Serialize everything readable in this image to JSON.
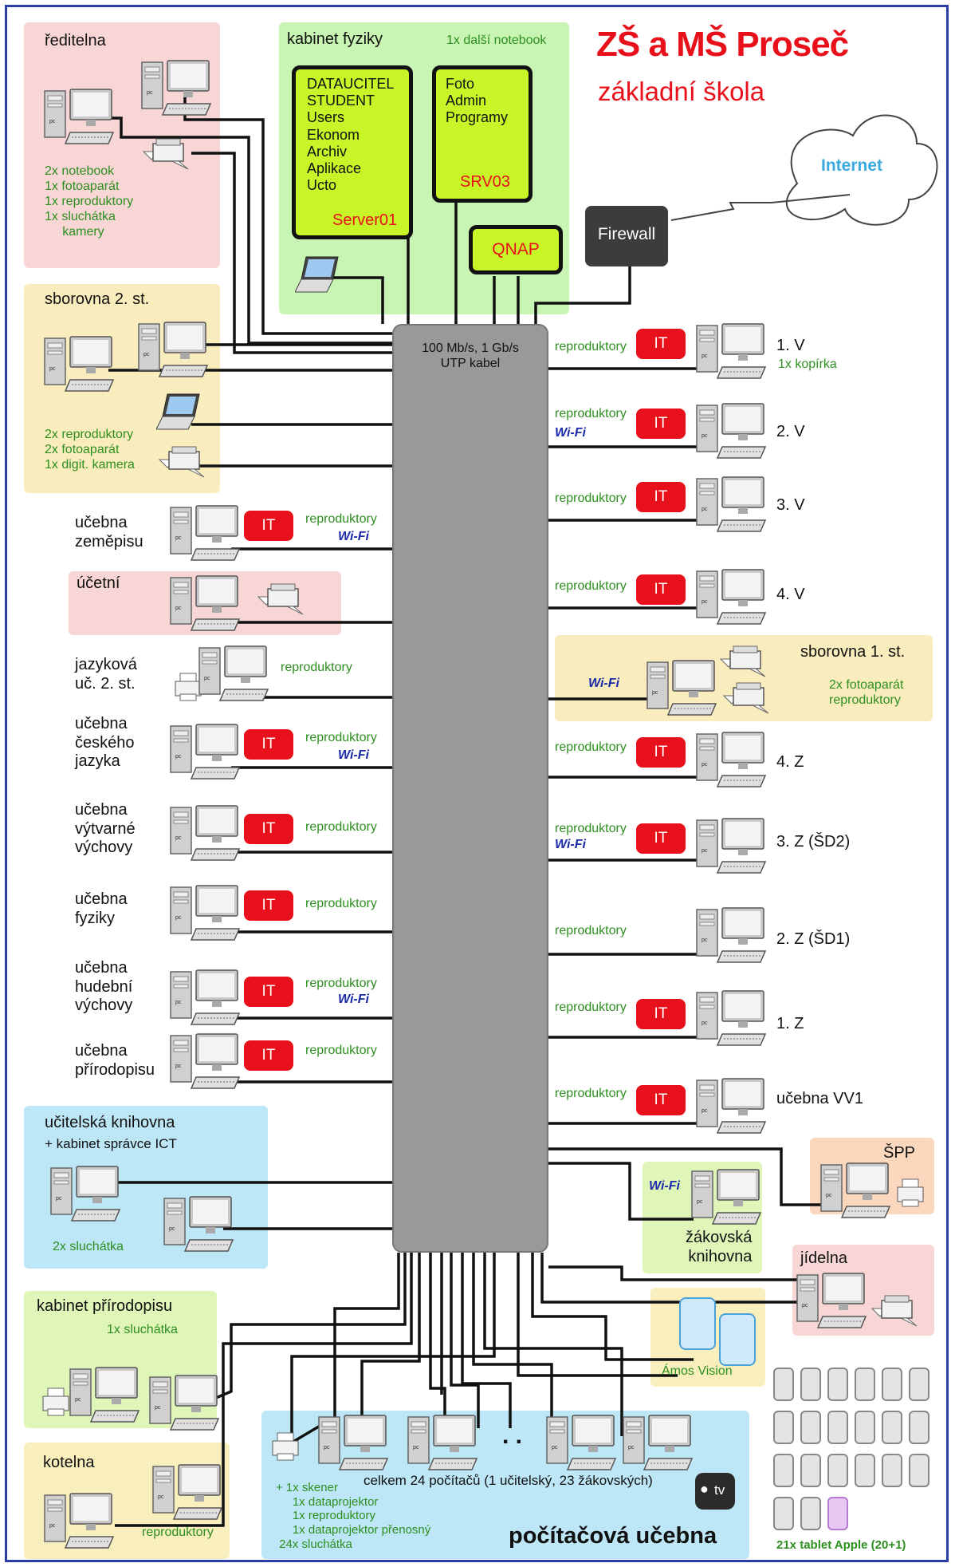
{
  "title": "ZŠ a MŠ Proseč",
  "subtitle": "základní škola",
  "internet": "Internet",
  "firewall": "Firewall",
  "switch_label": "100 Mb/s, 1 Gb/s\nUTP kabel",
  "kabinet_fyziky": {
    "label": "kabinet fyziky",
    "extra": "1x další notebook",
    "server01_items": "DATAUCITEL\nSTUDENT\nUsers\nEkonom\nArchiv\nAplikace\nUcto",
    "server01_name": "Server01",
    "srv03_items": "Foto\nAdmin\nProgramy",
    "srv03_name": "SRV03",
    "qnap": "QNAP"
  },
  "reditelna": {
    "label": "ředitelna",
    "equipment": "2x notebook\n1x fotoaparát\n1x reproduktory\n1x sluchátka\n     kamery"
  },
  "sborovna2": {
    "label": "sborovna 2. st.",
    "equipment": "2x reproduktory\n2x fotoaparát\n1x digit. kamera"
  },
  "left_rooms": [
    {
      "label": "učebna\nzeměpisu",
      "it": "IT",
      "rep": "reproduktory",
      "wifi": "Wi-Fi"
    },
    {
      "label": "účetní"
    },
    {
      "label": "jazyková\nuč. 2. st.",
      "rep": "reproduktory"
    },
    {
      "label": "učebna\nčeského\njazyka",
      "it": "IT",
      "rep": "reproduktory",
      "wifi": "Wi-Fi"
    },
    {
      "label": "učebna\nvýtvarné\nvýchovy",
      "it": "IT",
      "rep": "reproduktory"
    },
    {
      "label": "učebna\nfyziky",
      "it": "IT",
      "rep": "reproduktory"
    },
    {
      "label": "učebna\nhudební\nvýchovy",
      "it": "IT",
      "rep": "reproduktory",
      "wifi": "Wi-Fi"
    },
    {
      "label": "učebna\npřírodopisu",
      "it": "IT",
      "rep": "reproduktory"
    }
  ],
  "right_rooms": [
    {
      "label": "1. V",
      "sub": "1x kopírka",
      "it": "IT",
      "rep": "reproduktory"
    },
    {
      "label": "2. V",
      "it": "IT",
      "rep": "reproduktory",
      "wifi": "Wi-Fi"
    },
    {
      "label": "3. V",
      "it": "IT",
      "rep": "reproduktory"
    },
    {
      "label": "4. V",
      "it": "IT",
      "rep": "reproduktory"
    },
    {
      "label": "4. Z",
      "it": "IT",
      "rep": "reproduktory"
    },
    {
      "label": "3. Z (ŠD2)",
      "it": "IT",
      "rep": "reproduktory",
      "wifi": "Wi-Fi"
    },
    {
      "label": "2. Z (ŠD1)",
      "rep": "reproduktory"
    },
    {
      "label": "1. Z",
      "it": "IT",
      "rep": "reproduktory"
    },
    {
      "label": "učebna VV1",
      "it": "IT",
      "rep": "reproduktory"
    }
  ],
  "sborovna1": {
    "label": "sborovna 1. st.",
    "wifi": "Wi-Fi",
    "equipment": "2x fotoaparát\nreproduktory"
  },
  "knihovna": {
    "label": "učitelská knihovna",
    "sub": "+ kabinet správce ICT",
    "equipment": "2x sluchátka"
  },
  "spp": {
    "label": "ŠPP"
  },
  "zakovska": {
    "label": "žákovská\nknihovna",
    "wifi": "Wi-Fi"
  },
  "jidelna": {
    "label": "jídelna"
  },
  "kabinet_prirodopisu": {
    "label": "kabinet přírodopisu",
    "equipment": "1x sluchátka"
  },
  "amos": {
    "label": "Ámos Vision"
  },
  "kotelna": {
    "label": "kotelna",
    "rep": "reproduktory"
  },
  "pocitacova": {
    "label": "počítačová učebna",
    "dots": ". .",
    "count": "celkem 24 počítačů (1 učitelský, 23 žákovských)",
    "equipment": "+ 1x skener\n     1x dataprojektor\n     1x reproduktory\n     1x dataprojektor přenosný\n 24x sluchátka",
    "appletv": "tv"
  },
  "tablets": {
    "label": "21x tablet Apple (20+1)",
    "count": 21,
    "grey_color": "#e4e4e4",
    "highlight_color": "#e8c7f3"
  },
  "colors": {
    "it_red": "#e8101a",
    "server_green": "#c7f527",
    "title_red": "#e8101a",
    "equip_green": "#2d8f1f",
    "wifi_blue": "#1a2aa8"
  }
}
